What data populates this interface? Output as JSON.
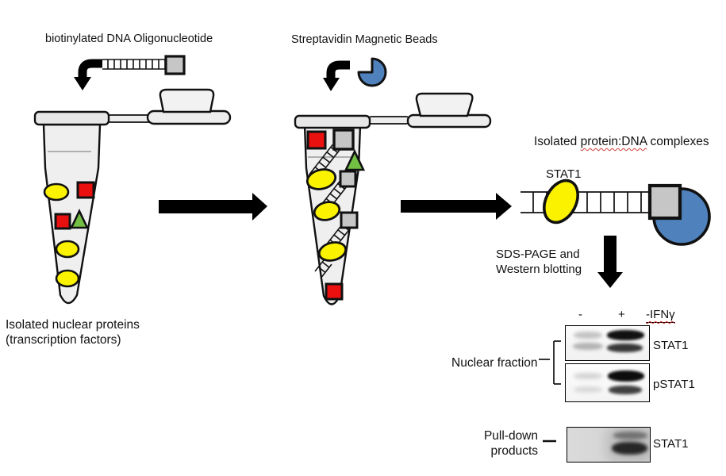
{
  "colors": {
    "protein_yellow": "#FBF200",
    "protein_red": "#EB1010",
    "protein_green": "#72BF44",
    "biotin_gray": "#C6C6C6",
    "streptavidin_blue": "#4F81BD",
    "arrow_black": "#000000"
  },
  "step1": {
    "reagent_label": "biotinylated DNA Oligonucleotide",
    "caption": [
      "Isolated nuclear proteins",
      "(transcription factors)"
    ]
  },
  "step2": {
    "reagent_label": "Streptavidin Magnetic Beads"
  },
  "step3": {
    "title_pre": "Isolated ",
    "title_mark": "protein:DNA",
    "title_post": " complexes",
    "protein_label": "STAT1"
  },
  "step4": {
    "process": [
      "SDS-PAGE and",
      "Western blotting"
    ]
  },
  "blots": {
    "lane_minus": "-",
    "lane_plus": "+",
    "treatment": "-IFNγ",
    "nuclear": {
      "group_label": "Nuclear fraction",
      "panels": [
        {
          "target": "STAT1",
          "lane_minus_signal": "weak double band",
          "lane_plus_signal": "strong double band"
        },
        {
          "target": "pSTAT1",
          "lane_minus_signal": "very weak double band",
          "lane_plus_signal": "strong double band"
        }
      ]
    },
    "pulldown": {
      "group_label": [
        "Pull-down",
        "products"
      ],
      "panel": {
        "target": "STAT1",
        "lane_minus_signal": "none",
        "lane_plus_signal": "strong smeared bands"
      }
    }
  }
}
